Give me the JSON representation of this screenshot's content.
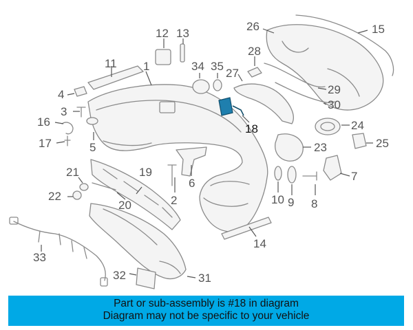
{
  "banner": {
    "line1": "Part or sub-assembly is #18 in diagram",
    "line2": "Diagram may not be specific to your vehicle"
  },
  "callouts": {
    "n1": "1",
    "n2": "2",
    "n3": "3",
    "n4": "4",
    "n5": "5",
    "n6": "6",
    "n7": "7",
    "n8": "8",
    "n9": "9",
    "n10": "10",
    "n11": "11",
    "n12": "12",
    "n13": "13",
    "n14": "14",
    "n15": "15",
    "n16": "16",
    "n17": "17",
    "n18": "18",
    "n19": "19",
    "n20": "20",
    "n21": "21",
    "n22": "22",
    "n23": "23",
    "n24": "24",
    "n25": "25",
    "n26": "26",
    "n27": "27",
    "n28": "28",
    "n29": "29",
    "n30": "30",
    "n31": "31",
    "n32": "32",
    "n33": "33",
    "n34": "34",
    "n35": "35"
  },
  "colors": {
    "highlight": "#1f7fae",
    "banner": "#00a9e6"
  },
  "highlighted_part": "18"
}
